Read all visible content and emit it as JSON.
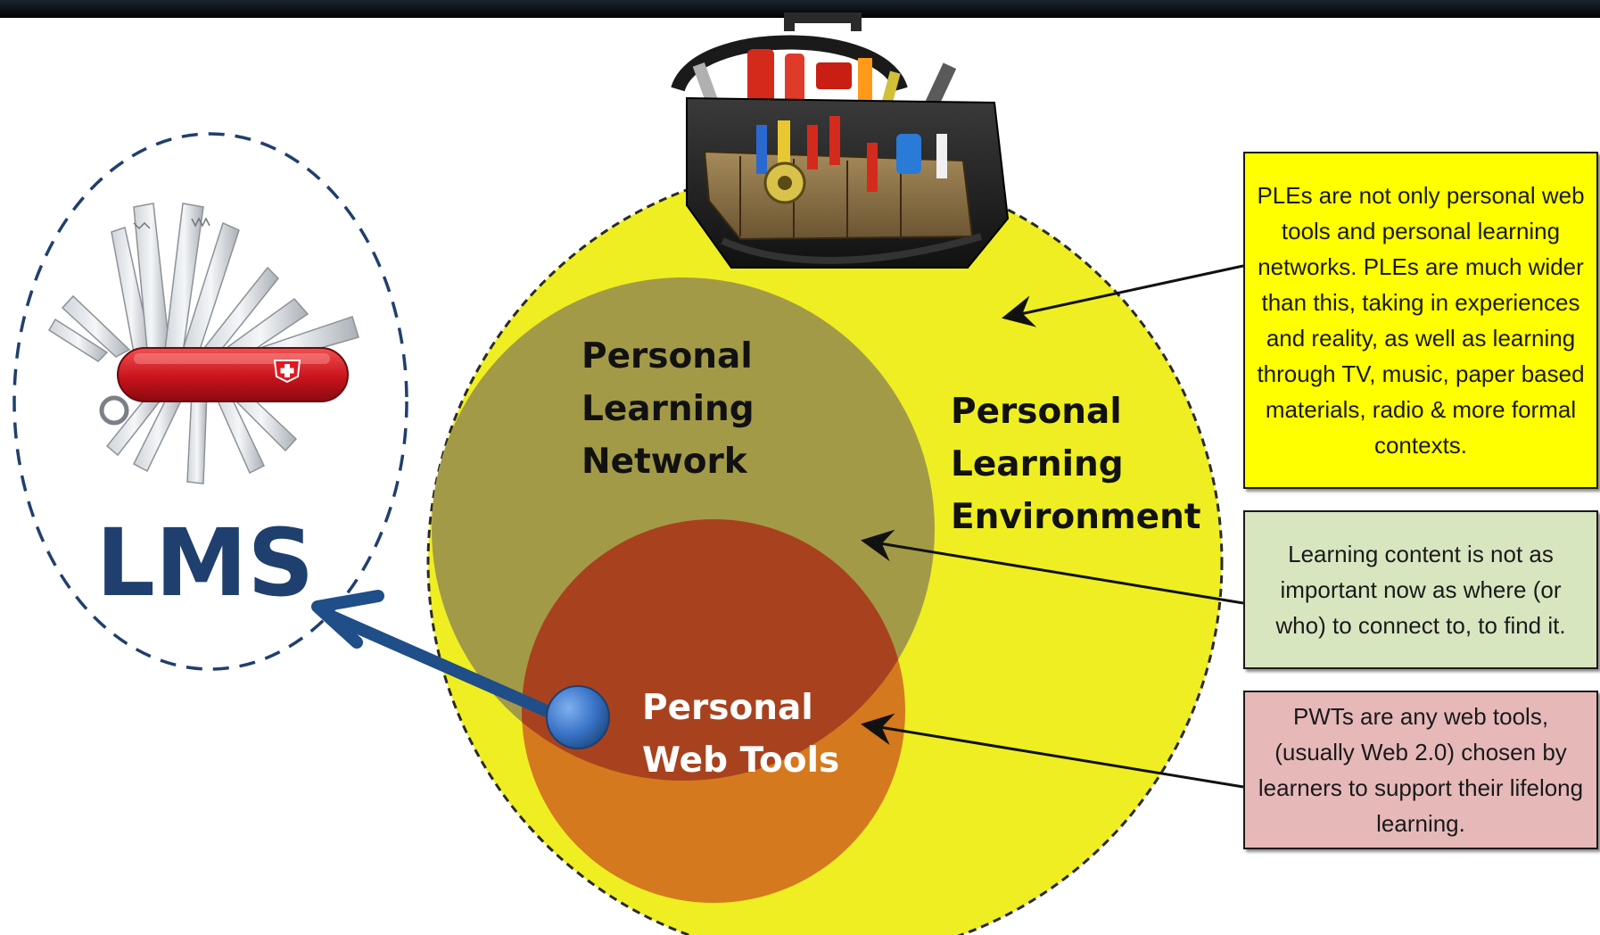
{
  "lms": {
    "label": "LMS"
  },
  "circles": {
    "ple": "Personal\nLearning\nEnvironment",
    "pln": "Personal\nLearning\nNetwork",
    "pwt": "Personal\nWeb Tools"
  },
  "callouts": {
    "ple": "PLEs are not only personal web tools and personal learning networks. PLEs are much wider than this, taking in experiences and reality, as well as learning through TV, music, paper based materials, radio & more formal contexts.",
    "pln": "Learning content is not as important now as where (or who) to connect to, to find it.",
    "pwt": "PWTs are any web tools, (usually Web 2.0) chosen by learners to support their lifelong learning."
  },
  "colors": {
    "ple_fill": "#eeee22",
    "pln_fill": "#a39a48",
    "pwt_fill": "#d2691e",
    "lms_text": "#1f3f6e",
    "arrow": "#1f4e88",
    "callout_ple": "#ffff00",
    "callout_pln": "#d8e6c0",
    "callout_pwt": "#e6b9b8"
  },
  "icons": [
    "swiss-army-knife-icon",
    "tool-bag-icon"
  ]
}
